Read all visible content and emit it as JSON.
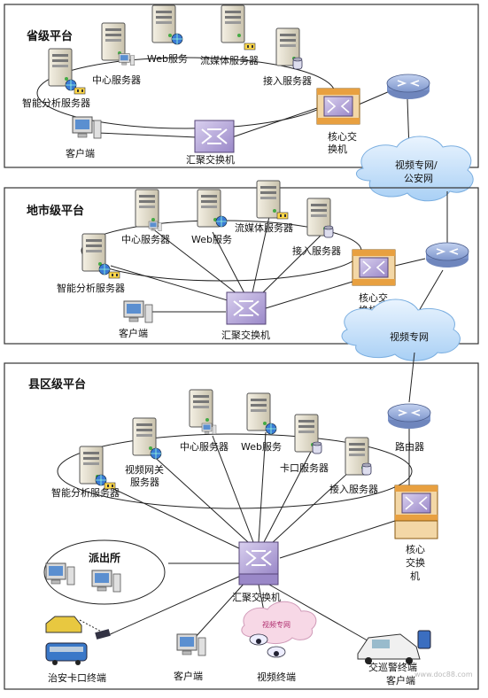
{
  "colors": {
    "panel_border": "#333333",
    "server_body": "#e8e2d0",
    "switch_face": "#b8a8d8",
    "router_blue": "#8fa8d8",
    "core_orange": "#e8a040",
    "cloud_fill": "#cfe6fb",
    "line": "#222222"
  },
  "provincial": {
    "title": "省级平台",
    "web_server": "Web服务",
    "media_server": "流媒体服务器",
    "center_server": "中心服务器",
    "access_server": "接入服务器",
    "analysis_server": "智能分析服务器",
    "core_switch_line1": "核心交",
    "core_switch_line2": "换机",
    "client": "客户端",
    "agg_switch": "汇聚交换机",
    "cloud_line1": "视频专网/",
    "cloud_line2": "公安网"
  },
  "city": {
    "title": "地市级平台",
    "center_server": "中心服务器",
    "web_server": "Web服务",
    "media_server": "流媒体服务器",
    "access_server": "接入服务器",
    "analysis_server": "智能分析服务器",
    "core_switch_line1": "核心交",
    "core_switch_line2": "换机",
    "client": "客户端",
    "agg_switch": "汇聚交换机",
    "cloud": "视频专网"
  },
  "county": {
    "title": "县区级平台",
    "router": "路由器",
    "gateway_line1": "视频网关",
    "gateway_line2": "服务器",
    "center_server": "中心服务器",
    "web_server": "Web服务",
    "checkpoint_server": "卡口服务器",
    "access_server": "接入服务器",
    "analysis_server": "智能分析服务器",
    "core_switch_line1": "核心",
    "core_switch_line2": "交换",
    "core_switch_line3": "机",
    "police_station": "派出所",
    "agg_switch": "汇聚交换机",
    "security_terminal": "治安卡口终端",
    "client": "客户端",
    "video_terminal": "视频终端",
    "video_net_small": "视频专网",
    "patrol_line1": "交巡警终端",
    "patrol_line2": "客户端"
  },
  "watermark": "www.doc88.com"
}
